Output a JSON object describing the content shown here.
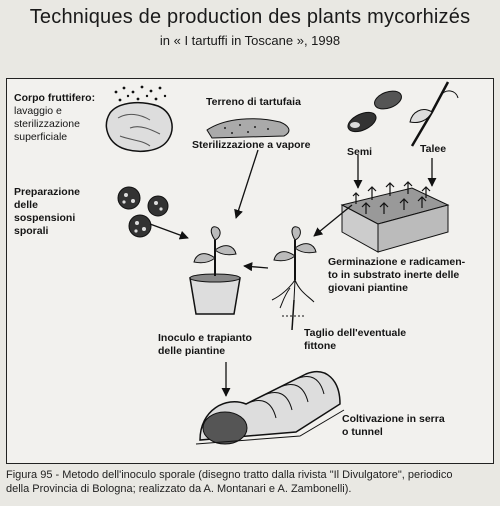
{
  "header": {
    "title": "Techniques de production des plants mycorhizés",
    "subtitle": "in « I tartuffi in Toscane », 1998"
  },
  "diagram": {
    "labels": {
      "corpo": "Corpo fruttifero:",
      "lavaggio": "lavaggio e",
      "sterilizz": "sterilizzazione",
      "superf": "superficiale",
      "terreno": "Terreno di tartufaia",
      "steril_vapore": "Sterilizzazione a vapore",
      "semi": "Semi",
      "talee": "Talee",
      "prep1": "Preparazione",
      "prep2": "delle",
      "prep3": "sospensioni",
      "prep4": "sporali",
      "germ1": "Germinazione e radicamen-",
      "germ2": "to in substrato inerte delle",
      "germ3": "giovani piantine",
      "taglio1": "Taglio  dell'eventuale",
      "taglio2": "fittone",
      "inoculo1": "Inoculo e trapianto",
      "inoculo2": "delle piantine",
      "colt1": "Coltivazione  in  serra",
      "colt2": "o tunnel"
    }
  },
  "caption": {
    "line1": "Figura 95 - Metodo dell'inoculo sporale (disegno tratto dalla rivista \"Il Divulgatore\", periodico",
    "line2": "della Provincia di Bologna; realizzato da A. Montanari e A. Zambonelli)."
  }
}
